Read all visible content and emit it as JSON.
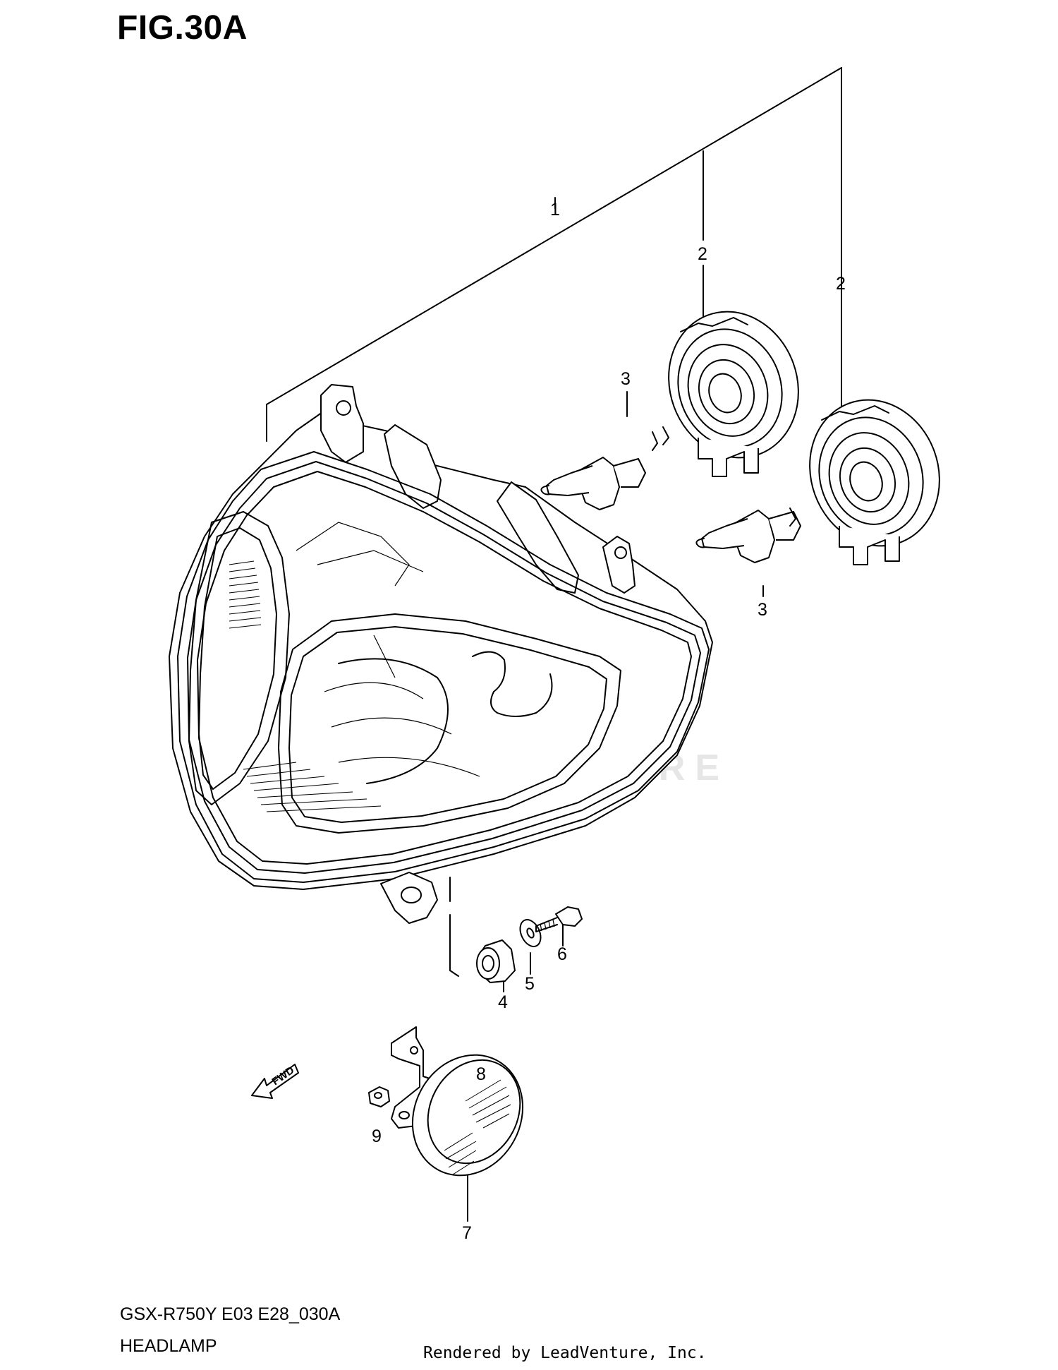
{
  "figure": {
    "title": "FIG.30A",
    "model_code": "GSX-R750Y E03 E28_030A",
    "section_name": "HEADLAMP",
    "credit": "Rendered by LeadVenture, Inc.",
    "watermark": "LEADVENTURE",
    "direction_label": "FWD"
  },
  "callouts": [
    {
      "id": "c1",
      "label": "1"
    },
    {
      "id": "c2a",
      "label": "2"
    },
    {
      "id": "c2b",
      "label": "2"
    },
    {
      "id": "c3a",
      "label": "3"
    },
    {
      "id": "c3b",
      "label": "3"
    },
    {
      "id": "c4",
      "label": "4"
    },
    {
      "id": "c5",
      "label": "5"
    },
    {
      "id": "c6",
      "label": "6"
    },
    {
      "id": "c7",
      "label": "7"
    },
    {
      "id": "c8",
      "label": "8"
    },
    {
      "id": "c9",
      "label": "9"
    }
  ],
  "colors": {
    "line": "#000000",
    "background": "#ffffff",
    "watermark": "#e6e6e6"
  }
}
